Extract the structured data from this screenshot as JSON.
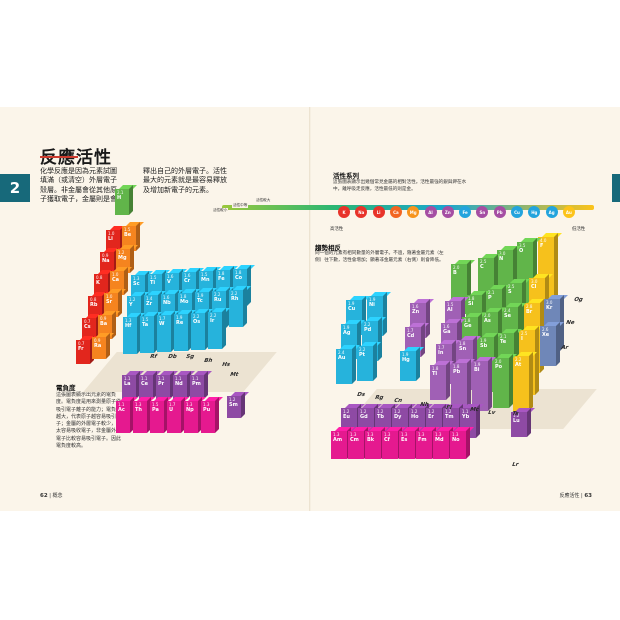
{
  "page": {
    "title": "反應活性",
    "chapter_number": "2",
    "intro_left": "化學反應是因為元素試圖填滿（或清空）外層電子殼層。非金屬會從其他原子獲取電子，金屬則是會",
    "intro_right": "釋出自己的外層電子。活性最大的元素就是最容易釋放及增加新電子的元素。",
    "series_heading": "活性系列",
    "series_text": "這張圖表顯示出幾個常見金屬的相對活性。活性最強的銀與鉀在水中，離呼吸走反應，活性最低的則是金。",
    "trend_heading": "趨勢相反",
    "trend_text": "同一個的元素有相同數量的外層電子。不過，隨著金屬元素（左側）往下數，活性會增加；顯著非金屬元素（右側）則會降低。",
    "en_heading": "電負度",
    "en_text": "這張圖表顯示出元素的電負度。電負度是用來測量原子從吸引電子離子的能力；電負度越大，代表原子越容易吸引電子；金屬的外層電子較少，不太容易吸收電子，非金屬外層電子比較容易吸引電子。因此電負度較高。",
    "bar_labels": [
      "活性較大",
      "活性中等",
      "活性較小"
    ],
    "scale_left": "高活性",
    "scale_right": "低活性",
    "page_left": "62",
    "page_left_text": "概念",
    "page_right": "63",
    "page_right_text": "反應活性"
  },
  "series": [
    {
      "sym": "K",
      "color": "#e8332a"
    },
    {
      "sym": "Na",
      "color": "#e8332a"
    },
    {
      "sym": "Li",
      "color": "#e8332a"
    },
    {
      "sym": "Ca",
      "color": "#f26522"
    },
    {
      "sym": "Mg",
      "color": "#f7941d"
    },
    {
      "sym": "Al",
      "color": "#a54ea3"
    },
    {
      "sym": "Zn",
      "color": "#a54ea3"
    },
    {
      "sym": "Fe",
      "color": "#23a4dd"
    },
    {
      "sym": "Sn",
      "color": "#a54ea3"
    },
    {
      "sym": "Pb",
      "color": "#a54ea3"
    },
    {
      "sym": "Cu",
      "color": "#23a4dd"
    },
    {
      "sym": "Hg",
      "color": "#23a4dd"
    },
    {
      "sym": "Ag",
      "color": "#23a4dd"
    },
    {
      "sym": "Au",
      "color": "#fcc31a"
    }
  ],
  "colors": {
    "red": "#e2261d",
    "orange": "#f5841f",
    "cyan": "#26b3dc",
    "magenta": "#e5198f",
    "purple": "#8e4aa4",
    "green": "#61b54a",
    "yellow": "#f6c11c",
    "slate": "#6f87b8",
    "lilac": "#a060b5"
  },
  "left_blocks": [
    {
      "v": "2.1",
      "s": "H",
      "c": "green",
      "h": 6
    },
    {
      "v": "1.0",
      "s": "Li",
      "c": "red",
      "h": 7
    },
    {
      "v": "1.5",
      "s": "Be",
      "c": "orange",
      "h": 6
    },
    {
      "v": "0.9",
      "s": "Na",
      "c": "red",
      "h": 6
    },
    {
      "v": "1.2",
      "s": "Mg",
      "c": "orange",
      "h": 5
    },
    {
      "v": "0.8",
      "s": "K",
      "c": "red",
      "h": 5
    },
    {
      "v": "1.0",
      "s": "Ca",
      "c": "orange",
      "h": 4
    },
    {
      "v": "0.8",
      "s": "Rb",
      "c": "red",
      "h": 4
    },
    {
      "v": "1.0",
      "s": "Sr",
      "c": "orange",
      "h": 3
    },
    {
      "v": "0.7",
      "s": "Cs",
      "c": "red",
      "h": 3
    },
    {
      "v": "0.9",
      "s": "Ba",
      "c": "orange",
      "h": 2
    },
    {
      "v": "0.7",
      "s": "Fr",
      "c": "red",
      "h": 2
    },
    {
      "v": "0.9",
      "s": "Ra",
      "c": "orange",
      "h": 1
    },
    {
      "v": "1.3",
      "s": "Sc",
      "c": "cyan",
      "h": 5
    },
    {
      "v": "1.5",
      "s": "Ti",
      "c": "cyan",
      "h": 5
    },
    {
      "v": "1.6",
      "s": "V",
      "c": "cyan",
      "h": 5
    },
    {
      "v": "1.6",
      "s": "Cr",
      "c": "cyan",
      "h": 5
    },
    {
      "v": "1.5",
      "s": "Mn",
      "c": "cyan",
      "h": 5
    },
    {
      "v": "1.8",
      "s": "Fe",
      "c": "cyan",
      "h": 5
    },
    {
      "v": "1.8",
      "s": "Co",
      "c": "cyan",
      "h": 5
    },
    {
      "v": "1.2",
      "s": "Y",
      "c": "cyan",
      "h": 4
    },
    {
      "v": "1.4",
      "s": "Zr",
      "c": "cyan",
      "h": 4
    },
    {
      "v": "1.6",
      "s": "Nb",
      "c": "cyan",
      "h": 4
    },
    {
      "v": "1.8",
      "s": "Mo",
      "c": "cyan",
      "h": 4
    },
    {
      "v": "1.9",
      "s": "Tc",
      "c": "cyan",
      "h": 4
    },
    {
      "v": "2.2",
      "s": "Ru",
      "c": "cyan",
      "h": 4
    },
    {
      "v": "2.2",
      "s": "Rh",
      "c": "cyan",
      "h": 4
    },
    {
      "v": "1.3",
      "s": "Hf",
      "c": "cyan",
      "h": 3
    },
    {
      "v": "1.5",
      "s": "Ta",
      "c": "cyan",
      "h": 3
    },
    {
      "v": "1.7",
      "s": "W",
      "c": "cyan",
      "h": 3
    },
    {
      "v": "1.9",
      "s": "Re",
      "c": "cyan",
      "h": 3
    },
    {
      "v": "2.2",
      "s": "Os",
      "c": "cyan",
      "h": 3
    },
    {
      "v": "2.2",
      "s": "Ir",
      "c": "cyan",
      "h": 3
    },
    {
      "v": "1.1",
      "s": "La",
      "c": "purple",
      "h": 2
    },
    {
      "v": "1.1",
      "s": "Ce",
      "c": "purple",
      "h": 2
    },
    {
      "v": "1.1",
      "s": "Pr",
      "c": "purple",
      "h": 2
    },
    {
      "v": "1.1",
      "s": "Nd",
      "c": "purple",
      "h": 2
    },
    {
      "v": "1.1",
      "s": "Pm",
      "c": "purple",
      "h": 2
    },
    {
      "v": "1.2",
      "s": "Sm",
      "c": "purple",
      "h": 2
    },
    {
      "v": "1.1",
      "s": "Ac",
      "c": "magenta",
      "h": 1
    },
    {
      "v": "1.3",
      "s": "Th",
      "c": "magenta",
      "h": 1
    },
    {
      "v": "1.5",
      "s": "Pa",
      "c": "magenta",
      "h": 1
    },
    {
      "v": "1.7",
      "s": "U",
      "c": "magenta",
      "h": 1
    },
    {
      "v": "1.3",
      "s": "Np",
      "c": "magenta",
      "h": 1
    },
    {
      "v": "1.3",
      "s": "Pu",
      "c": "magenta",
      "h": 1
    }
  ],
  "left_flat": [
    "Rf",
    "Db",
    "Sg",
    "Bh",
    "Hs",
    "Mt"
  ],
  "right_blocks": [
    {
      "v": "4.0",
      "s": "F",
      "c": "yellow"
    },
    {
      "v": "3.5",
      "s": "O",
      "c": "green"
    },
    {
      "v": "3.0",
      "s": "N",
      "c": "green"
    },
    {
      "v": "2.5",
      "s": "C",
      "c": "green"
    },
    {
      "v": "2.0",
      "s": "B",
      "c": "green"
    },
    {
      "v": "3.0",
      "s": "Cl",
      "c": "yellow"
    },
    {
      "v": "2.5",
      "s": "S",
      "c": "green"
    },
    {
      "v": "2.1",
      "s": "P",
      "c": "green"
    },
    {
      "v": "1.8",
      "s": "Si",
      "c": "green"
    },
    {
      "v": "1.5",
      "s": "Al",
      "c": "lilac"
    },
    {
      "v": "2.8",
      "s": "Br",
      "c": "yellow"
    },
    {
      "v": "2.4",
      "s": "Se",
      "c": "green"
    },
    {
      "v": "2.0",
      "s": "As",
      "c": "green"
    },
    {
      "v": "1.8",
      "s": "Ge",
      "c": "green"
    },
    {
      "v": "1.6",
      "s": "Ga",
      "c": "lilac"
    },
    {
      "v": "2.5",
      "s": "I",
      "c": "yellow"
    },
    {
      "v": "2.1",
      "s": "Te",
      "c": "green"
    },
    {
      "v": "1.9",
      "s": "Sb",
      "c": "green"
    },
    {
      "v": "1.8",
      "s": "Sn",
      "c": "lilac"
    },
    {
      "v": "1.7",
      "s": "In",
      "c": "lilac"
    },
    {
      "v": "2.2",
      "s": "At",
      "c": "yellow"
    },
    {
      "v": "2.0",
      "s": "Po",
      "c": "green"
    },
    {
      "v": "1.9",
      "s": "Bi",
      "c": "lilac"
    },
    {
      "v": "1.8",
      "s": "Pb",
      "c": "lilac"
    },
    {
      "v": "1.8",
      "s": "Tl",
      "c": "lilac"
    },
    {
      "v": "3.0",
      "s": "Kr",
      "c": "slate"
    },
    {
      "v": "2.6",
      "s": "Xe",
      "c": "slate"
    },
    {
      "v": "1.9",
      "s": "Ni",
      "c": "cyan"
    },
    {
      "v": "1.9",
      "s": "Cu",
      "c": "cyan"
    },
    {
      "v": "1.6",
      "s": "Zn",
      "c": "lilac"
    },
    {
      "v": "2.2",
      "s": "Pd",
      "c": "cyan"
    },
    {
      "v": "1.9",
      "s": "Ag",
      "c": "cyan"
    },
    {
      "v": "1.7",
      "s": "Cd",
      "c": "lilac"
    },
    {
      "v": "2.2",
      "s": "Pt",
      "c": "cyan"
    },
    {
      "v": "2.4",
      "s": "Au",
      "c": "cyan"
    },
    {
      "v": "1.9",
      "s": "Hg",
      "c": "cyan"
    },
    {
      "v": "1.2",
      "s": "Eu",
      "c": "purple"
    },
    {
      "v": "1.2",
      "s": "Gd",
      "c": "purple"
    },
    {
      "v": "1.2",
      "s": "Tb",
      "c": "purple"
    },
    {
      "v": "1.2",
      "s": "Dy",
      "c": "purple"
    },
    {
      "v": "1.2",
      "s": "Ho",
      "c": "purple"
    },
    {
      "v": "1.2",
      "s": "Er",
      "c": "purple"
    },
    {
      "v": "1.2",
      "s": "Tm",
      "c": "purple"
    },
    {
      "v": "1.1",
      "s": "Yb",
      "c": "purple"
    },
    {
      "v": "1.2",
      "s": "Lu",
      "c": "purple"
    },
    {
      "v": "1.3",
      "s": "Am",
      "c": "magenta"
    },
    {
      "v": "1.3",
      "s": "Cm",
      "c": "magenta"
    },
    {
      "v": "1.3",
      "s": "Bk",
      "c": "magenta"
    },
    {
      "v": "1.3",
      "s": "Cf",
      "c": "magenta"
    },
    {
      "v": "1.3",
      "s": "Es",
      "c": "magenta"
    },
    {
      "v": "1.3",
      "s": "Fm",
      "c": "magenta"
    },
    {
      "v": "1.3",
      "s": "Md",
      "c": "magenta"
    },
    {
      "v": "1.3",
      "s": "No",
      "c": "magenta"
    }
  ],
  "right_flat": [
    "Og",
    "Ne",
    "Ar",
    "Ds",
    "Rg",
    "Cn",
    "Nh",
    "Fl",
    "Mc",
    "Lv",
    "Ts",
    "Lr"
  ]
}
